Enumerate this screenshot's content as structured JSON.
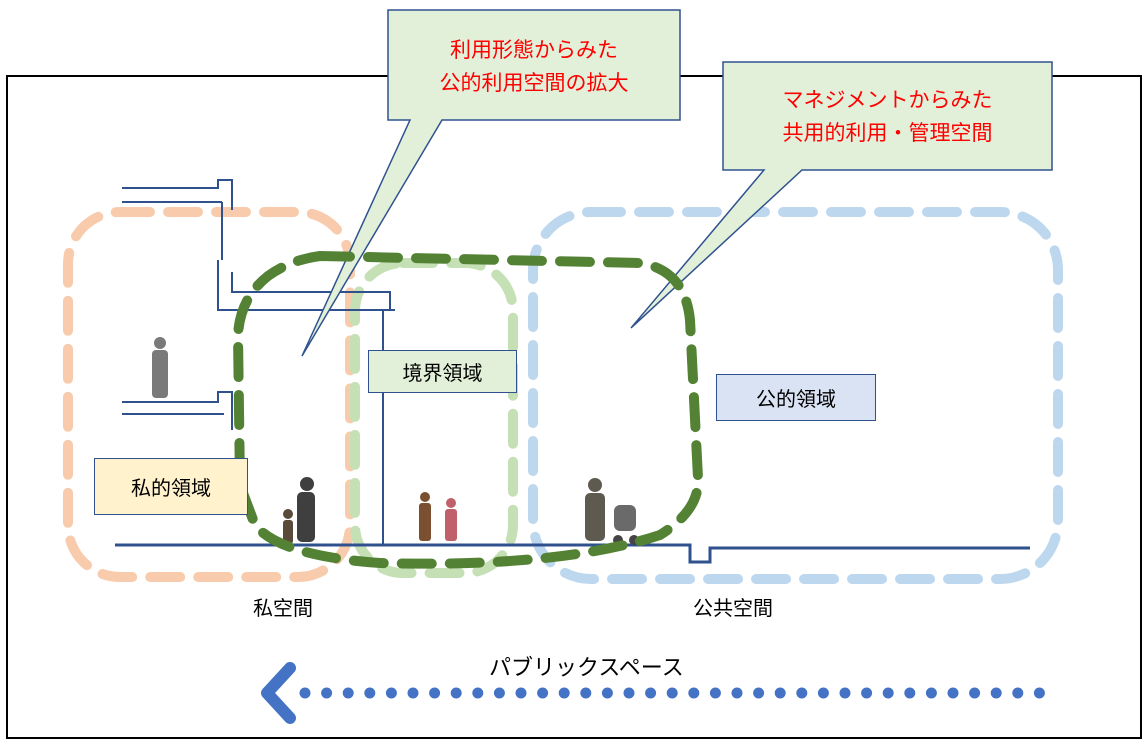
{
  "callouts": {
    "usage": {
      "line1": "利用形態からみた",
      "line2": "公的利用空間の拡大"
    },
    "management": {
      "line1": "マネジメントからみた",
      "line2": "共用的利用・管理空間"
    }
  },
  "regions": {
    "private": "私的領域",
    "boundary": "境界領域",
    "public": "公的領域"
  },
  "spaces": {
    "private": "私空間",
    "public": "公共空間"
  },
  "arrow": {
    "label": "パブリックスペース"
  },
  "colors": {
    "private_region": "#f8cbad",
    "boundary_region": "#c5e0b4",
    "public_region": "#bdd7ee",
    "green_dashed": "#548235",
    "callout_fill": "#e2f0d9",
    "callout_text": "#ff0000",
    "line_blue": "#2f528f",
    "arrow_blue": "#4472c4"
  }
}
